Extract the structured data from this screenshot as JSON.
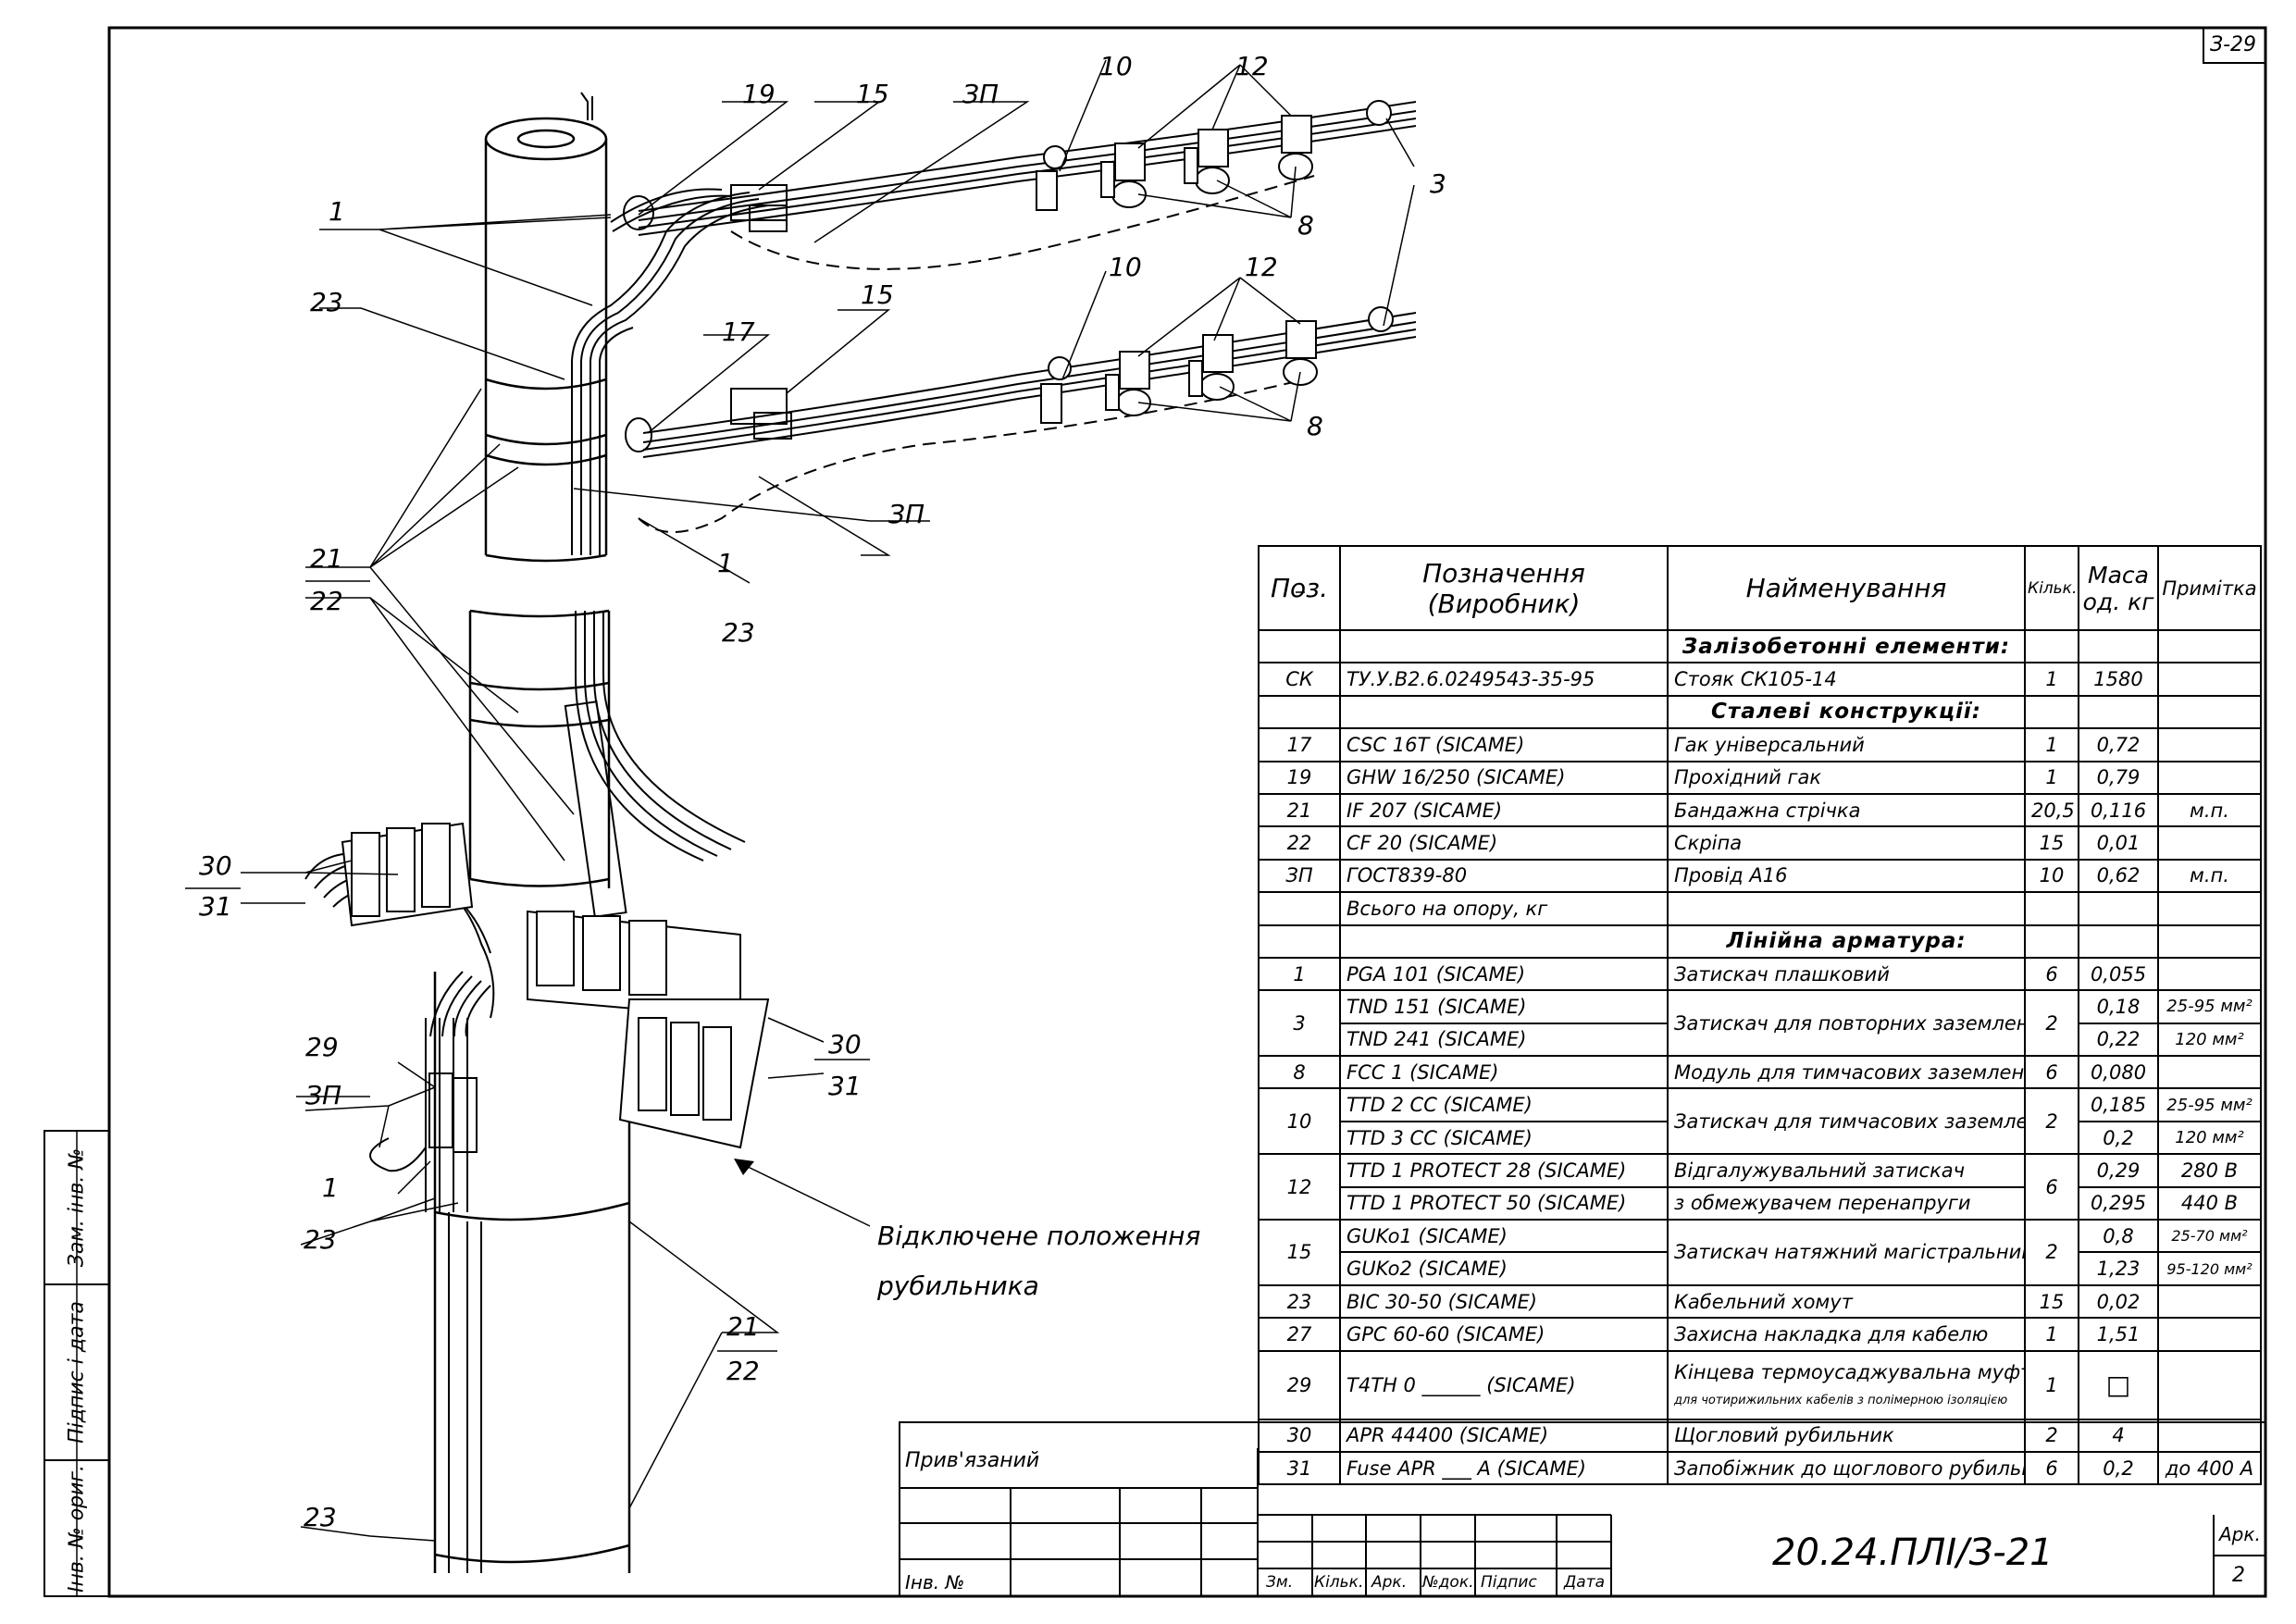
{
  "sheet_code": "З-29",
  "designation": "20.24.ПЛІ/З-21",
  "sheet_label": "Арк.",
  "sheet_number": "2",
  "privyazaniy": "Прив'язаний",
  "inv_no_label": "Інв. №",
  "side_stamp": [
    "Зам. інв. №",
    "Підпис і дата",
    "Інв. № ориг."
  ],
  "stamp_cols": [
    "Зм.",
    "Кільк.",
    "Арк.",
    "№док.",
    "Підпис",
    "Дата"
  ],
  "note_disconnected": [
    "Відключене положення",
    "рубильника"
  ],
  "callouts": {
    "c1": "1",
    "c3": "3",
    "c8": "8",
    "c10": "10",
    "c12": "12",
    "c15": "15",
    "c17": "17",
    "c19": "19",
    "c21": "21",
    "c22": "22",
    "c23": "23",
    "c29": "29",
    "c30": "30",
    "c31": "31",
    "zp": "ЗП"
  },
  "table": {
    "headers": [
      "Поз.",
      "Позначення (Виробник)",
      "Найменування",
      "Кільк.",
      "Маса од. кг",
      "Примітка"
    ],
    "header_lines": {
      "pos": "Поз.",
      "des1": "Позначення",
      "des2": "(Виробник)",
      "name": "Найменування",
      "qty": "Кільк.",
      "mass1": "Маса",
      "mass2": "од. кг",
      "note": "Примітка"
    },
    "sections": {
      "s1": "Залізобетонні елементи:",
      "s2": "Сталеві конструкції:",
      "s3": "Лінійна арматура:"
    },
    "rows": {
      "ck": {
        "pos": "СК",
        "des": "ТУ.У.В2.6.0249543-35-95",
        "name": "Стояк СК105-14",
        "qty": "1",
        "mass": "1580",
        "note": ""
      },
      "r17": {
        "pos": "17",
        "des": "CSC 16T  (SICAME)",
        "name": "Гак універсальний",
        "qty": "1",
        "mass": "0,72",
        "note": ""
      },
      "r19": {
        "pos": "19",
        "des": "GHW 16/250  (SICAME)",
        "name": "Прохідний гак",
        "qty": "1",
        "mass": "0,79",
        "note": ""
      },
      "r21": {
        "pos": "21",
        "des": "IF 207  (SICAME)",
        "name": "Бандажна стрічка",
        "qty": "20,5",
        "mass": "0,116",
        "note": "м.п."
      },
      "r22": {
        "pos": "22",
        "des": "CF 20  (SICAME)",
        "name": "Скріпа",
        "qty": "15",
        "mass": "0,01",
        "note": ""
      },
      "rzp": {
        "pos": "ЗП",
        "des": "ГОСТ839-80",
        "name": "Провід А16",
        "qty": "10",
        "mass": "0,62",
        "note": "м.п."
      },
      "total": {
        "des": "Всього на опору, кг"
      },
      "r1": {
        "pos": "1",
        "des": "PGA 101  (SICAME)",
        "name": "Затискач плашковий",
        "qty": "6",
        "mass": "0,055",
        "note": ""
      },
      "r3": {
        "pos": "3",
        "des_a": "TND 151  (SICAME)",
        "des_b": "TND 241  (SICAME)",
        "name": "Затискач для повторних заземлень",
        "qty": "2",
        "mass_a": "0,18",
        "mass_b": "0,22",
        "note_a": "25-95 мм²",
        "note_b": "120 мм²"
      },
      "r8": {
        "pos": "8",
        "des": "FCC 1  (SICAME)",
        "name": "Модуль для тимчасових заземлень",
        "qty": "6",
        "mass": "0,080",
        "note": ""
      },
      "r10": {
        "pos": "10",
        "des_a": "TTD 2 CC  (SICAME)",
        "des_b": "TTD 3 CC  (SICAME)",
        "name": "Затискач для тимчасових заземлень",
        "qty": "2",
        "mass_a": "0,185",
        "mass_b": "0,2",
        "note_a": "25-95 мм²",
        "note_b": "120 мм²"
      },
      "r12": {
        "pos": "12",
        "des_a": "TTD 1 PROTECT 28  (SICAME)",
        "des_b": "TTD 1 PROTECT 50  (SICAME)",
        "name_a": "Відгалужувальний затискач",
        "name_b": "з обмежувачем перенапруги",
        "qty": "6",
        "mass_a": "0,29",
        "mass_b": "0,295",
        "note_a": "280 В",
        "note_b": "440 В"
      },
      "r15": {
        "pos": "15",
        "des_a": "GUKo1  (SICAME)",
        "des_b": "GUKo2  (SICAME)",
        "name": "Затискач натяжний магістральний",
        "qty": "2",
        "mass_a": "0,8",
        "mass_b": "1,23",
        "note_a": "25-70 мм²",
        "note_b": "95-120 мм²"
      },
      "r23": {
        "pos": "23",
        "des": "BIC 30-50  (SICAME)",
        "name": "Кабельний хомут",
        "qty": "15",
        "mass": "0,02",
        "note": ""
      },
      "r27": {
        "pos": "27",
        "des": "GPC 60-60  (SICAME)",
        "name": "Захисна накладка для кабелю",
        "qty": "1",
        "mass": "1,51",
        "note": ""
      },
      "r29": {
        "pos": "29",
        "des": "T4TH 0 ______  (SICAME)",
        "name_a": "Кінцева термоусаджувальна муфта",
        "name_b": "для чотирижильних кабелів з полімерною ізоляцією",
        "qty": "1",
        "mass": "□",
        "note": ""
      },
      "r30": {
        "pos": "30",
        "des": "APR 44400  (SICAME)",
        "name": "Щогловий рубильник",
        "qty": "2",
        "mass": "4",
        "note": ""
      },
      "r31": {
        "pos": "31",
        "des": "Fuse APR ___ A  (SICAME)",
        "name": "Запобіжник до щоглового рубильника",
        "qty": "6",
        "mass": "0,2",
        "note": "до 400 А"
      }
    }
  }
}
